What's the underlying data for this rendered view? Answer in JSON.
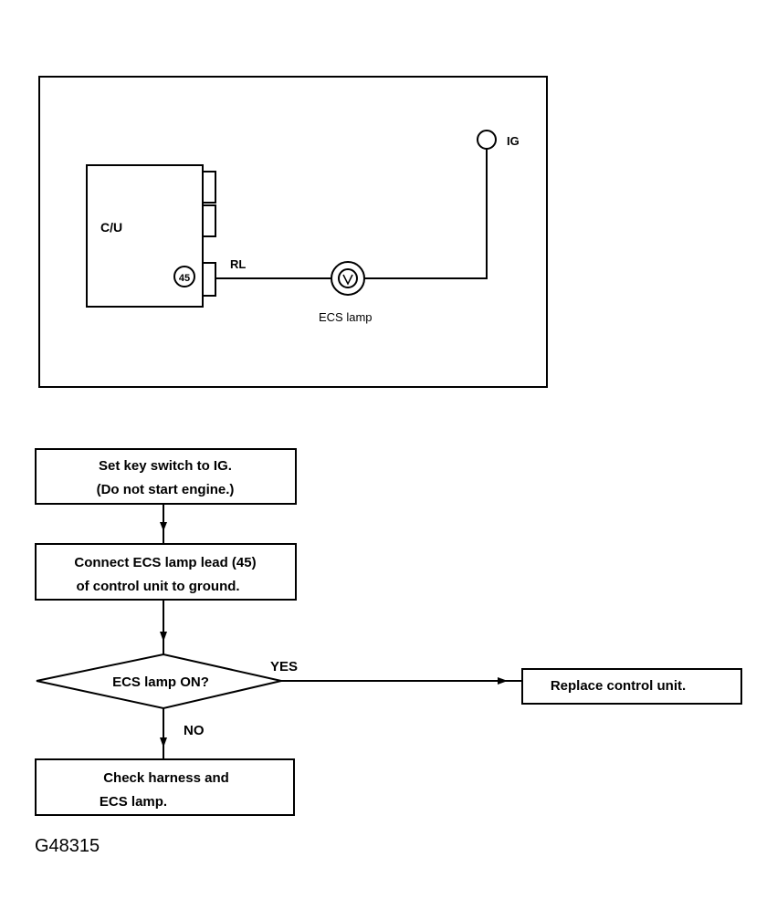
{
  "wiring_diagram": {
    "control_unit_label": "C/U",
    "terminal_number": "45",
    "wire_color_label": "RL",
    "lamp_label": "ECS lamp",
    "power_label": "IG"
  },
  "flowchart": {
    "step1_line1": "Set key switch to IG.",
    "step1_line2": "(Do not start engine.)",
    "step2_line1": "Connect ECS lamp lead (45)",
    "step2_line2": "of control unit to ground.",
    "decision": "ECS lamp ON?",
    "yes_label": "YES",
    "no_label": "NO",
    "yes_result": "Replace control unit.",
    "no_result_line1": "Check harness and",
    "no_result_line2": "ECS lamp."
  },
  "figure_id": "G48315"
}
